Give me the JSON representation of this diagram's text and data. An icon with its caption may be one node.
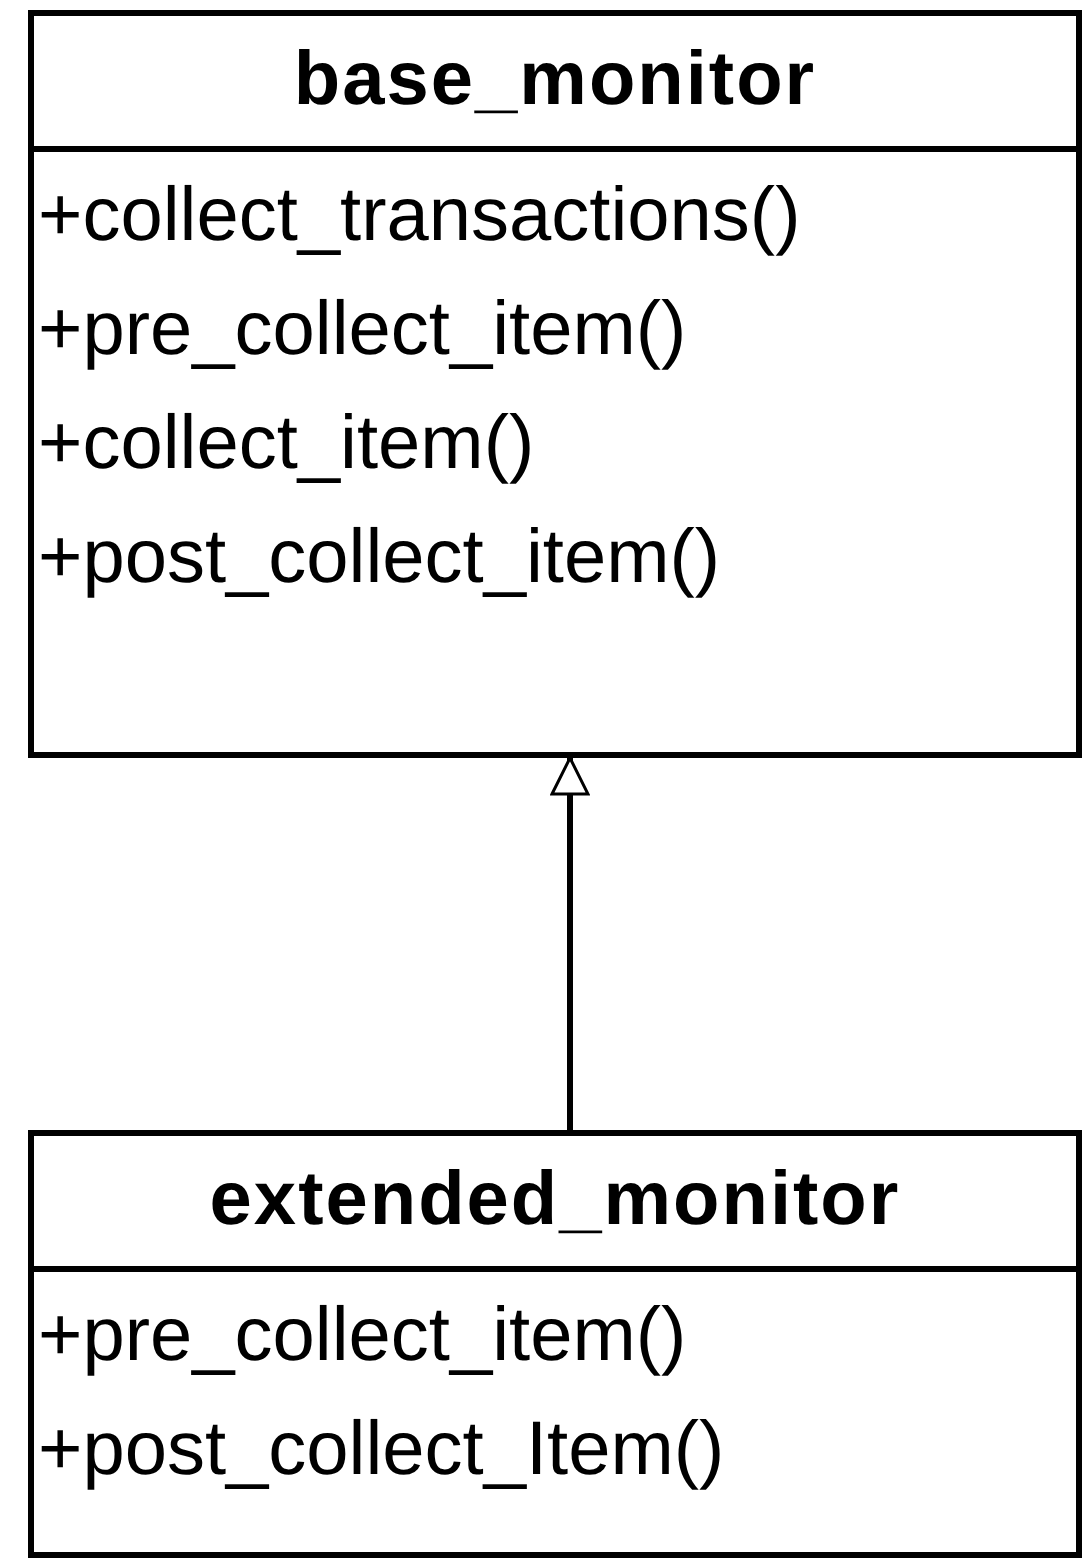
{
  "diagram": {
    "nodes": [
      {
        "text": [
          "base_monitor",
          "+collect_transactions()",
          "+pre_collect_item()",
          "+collect_item()",
          "+post_collect_item()"
        ]
      },
      {
        "text": [
          "extended_monitor",
          "+pre_collect_item()",
          "+post_collect_Item()"
        ]
      }
    ],
    "edges": [
      {
        "from": 1,
        "to": 0,
        "arrow": "to"
      }
    ]
  }
}
